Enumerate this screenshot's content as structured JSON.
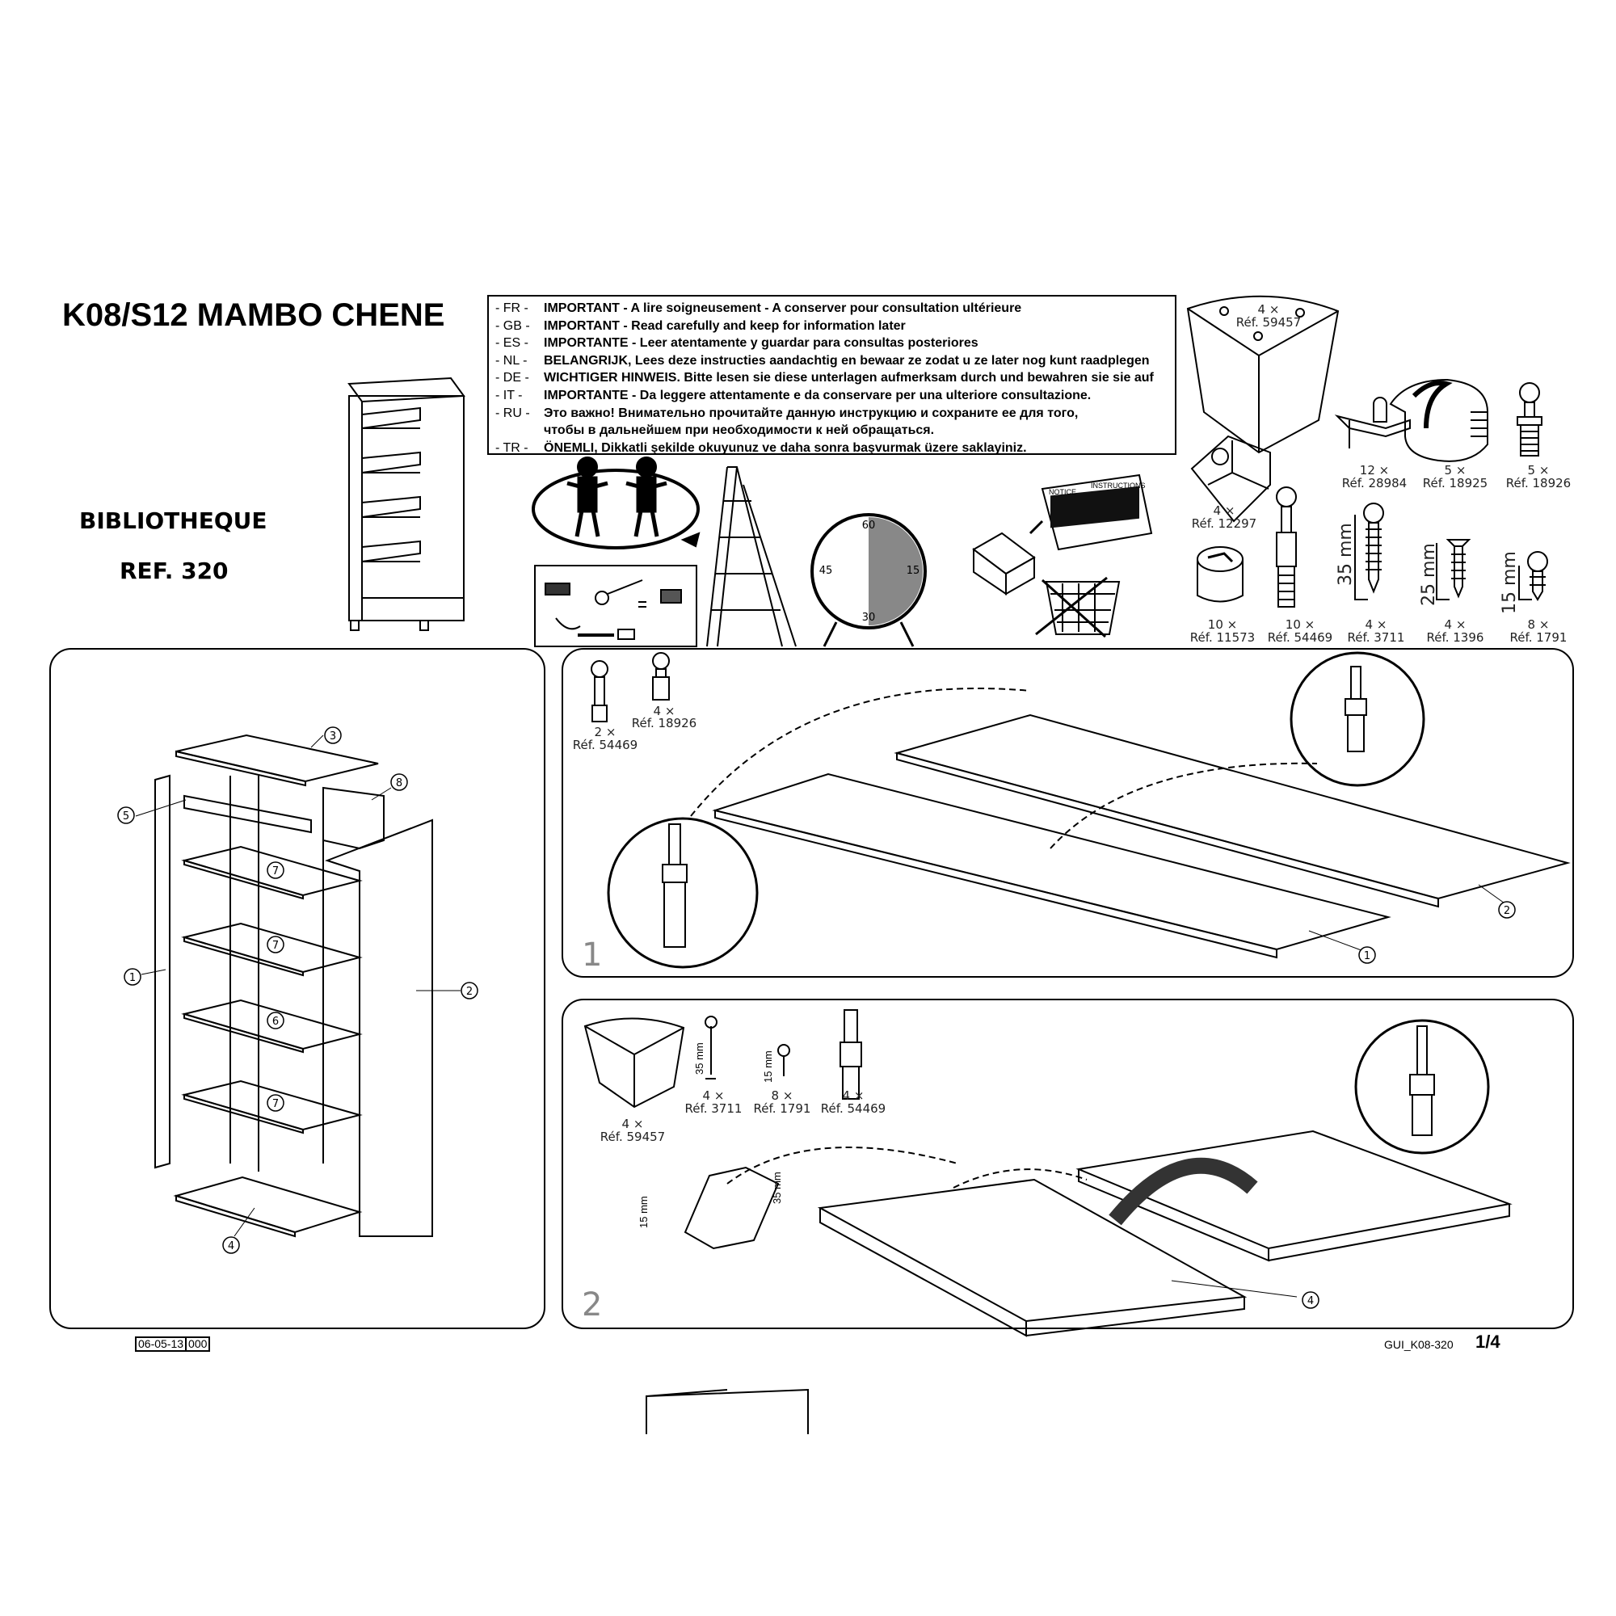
{
  "header": {
    "title": "K08/S12 MAMBO CHENE",
    "product_type": "BIBLIOTHEQUE",
    "reference": "REF. 320"
  },
  "warnings": [
    {
      "code": "- FR -",
      "text": "IMPORTANT - A lire soigneusement - A conserver pour consultation ultérieure"
    },
    {
      "code": "- GB -",
      "text": "IMPORTANT - Read carefully and keep for information later"
    },
    {
      "code": "- ES -",
      "text": "IMPORTANTE - Leer atentamente y guardar para consultas posteriores"
    },
    {
      "code": "- NL -",
      "text": "BELANGRIJK, Lees deze instructies aandachtig en bewaar ze zodat u ze later nog kunt raadplegen"
    },
    {
      "code": "- DE -",
      "text": "WICHTIGER HINWEIS. Bitte lesen sie diese unterlagen aufmerksam durch und bewahren sie sie auf"
    },
    {
      "code": "-  IT  -",
      "text": "IMPORTANTE - Da leggere attentamente e da conservare per una ulteriore consultazione."
    },
    {
      "code": "- RU -",
      "text": "Это важно! Внимательно прочитайте данную инструкцию и сохраните ее для того,"
    },
    {
      "code": "",
      "text": "чтобы в дальнейшем при необходимости к ней обращаться."
    },
    {
      "code": "- TR -",
      "text": "ÖNEMLI, Dikkatli şekilde okuyunuz ve daha sonra başvurmak üzere saklayiniz."
    }
  ],
  "clock": {
    "marks": [
      "60",
      "15",
      "30",
      "45"
    ]
  },
  "notice_sheet": {
    "left": "NOTICE",
    "right": "INSTRUCTIONS"
  },
  "hardware": [
    {
      "qty": "4 ×",
      "ref": "Réf. 59457"
    },
    {
      "qty": "4 ×",
      "ref": "Réf. 12297"
    },
    {
      "qty": "12 ×",
      "ref": "Réf. 28984"
    },
    {
      "qty": "5 ×",
      "ref": "Réf. 18925"
    },
    {
      "qty": "5 ×",
      "ref": "Réf. 18926"
    },
    {
      "qty": "10 ×",
      "ref": "Réf. 11573"
    },
    {
      "qty": "10 ×",
      "ref": "Réf. 54469"
    },
    {
      "qty": "4 ×",
      "ref": "Réf. 3711",
      "length": "35 mm"
    },
    {
      "qty": "4 ×",
      "ref": "Réf. 1396",
      "length": "25 mm"
    },
    {
      "qty": "8 ×",
      "ref": "Réf. 1791",
      "length": "15 mm"
    }
  ],
  "overview_parts": [
    "3",
    "8",
    "5",
    "7",
    "7",
    "6",
    "7",
    "1",
    "2",
    "4"
  ],
  "step1": {
    "number": "1",
    "hardware": [
      {
        "qty": "2 ×",
        "ref": "Réf. 54469"
      },
      {
        "qty": "4 ×",
        "ref": "Réf. 18926"
      }
    ],
    "parts": [
      "1",
      "2"
    ]
  },
  "step2": {
    "number": "2",
    "hardware": [
      {
        "qty": "4 ×",
        "ref": "Réf. 59457"
      },
      {
        "qty": "4 ×",
        "ref": "Réf. 3711",
        "length": "35 mm"
      },
      {
        "qty": "8 ×",
        "ref": "Réf. 1791",
        "length": "15 mm"
      },
      {
        "qty": "4 ×",
        "ref": "Réf. 54469"
      }
    ],
    "detail_lengths": [
      "35 mm",
      "15 mm"
    ],
    "parts": [
      "4"
    ]
  },
  "footer": {
    "date": "06-05-13",
    "revision": "000",
    "doc_ref": "GUI_K08-320",
    "page": "1/4"
  }
}
